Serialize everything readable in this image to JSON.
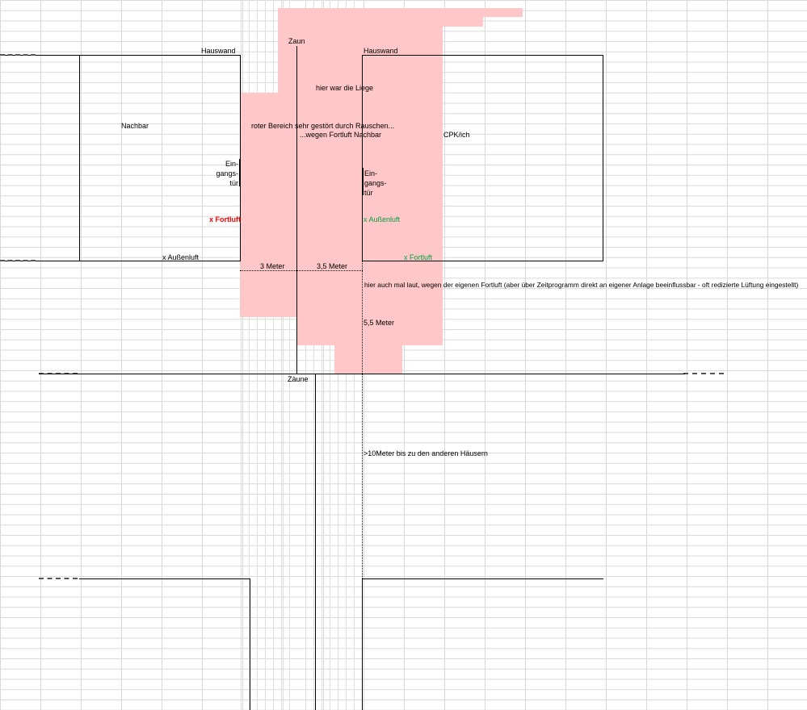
{
  "sheet": {
    "labels": {
      "zaun": "Zaun",
      "hauswand_left": "Hauswand",
      "hauswand_right": "Hauswand",
      "liege": "hier war die Liege",
      "nachbar": "Nachbar",
      "roter_bereich": "roter Bereich sehr gestört durch Rauschen...",
      "wegen_fortluft": "...wegen Fortluft Nachbar",
      "cpk": "CPK/ich",
      "eingangstuer_left": "Ein-\ngangs-\ntür",
      "eingangstuer_right": "Ein-\ngangs-\ntür",
      "fortluft_left": "x Fortluft",
      "aussenluft_right": "x Außenluft",
      "aussenluft_left": "x Außenluft",
      "fortluft_right": "x Fortluft",
      "meter_3": "3 Meter",
      "meter_3_5": "3,5 Meter",
      "hier_auch": "hier auch mal laut, wegen der eigenen Fortluft (aber über Zeitprogramm direkt an eigener Anlage beeinflussbar - oft redizierte Lüftung eingestellt)",
      "meter_5_5": "5,5 Meter",
      "zaeune": "Zäune",
      "zehn_meter": ">10Meter bis zu den anderen Häusern"
    },
    "colors": {
      "red_zone": "#ffc7c7",
      "fortluft_red": "#ff0000",
      "aussenluft_green": "#00a040",
      "gridline": "#d9d9d9"
    }
  }
}
